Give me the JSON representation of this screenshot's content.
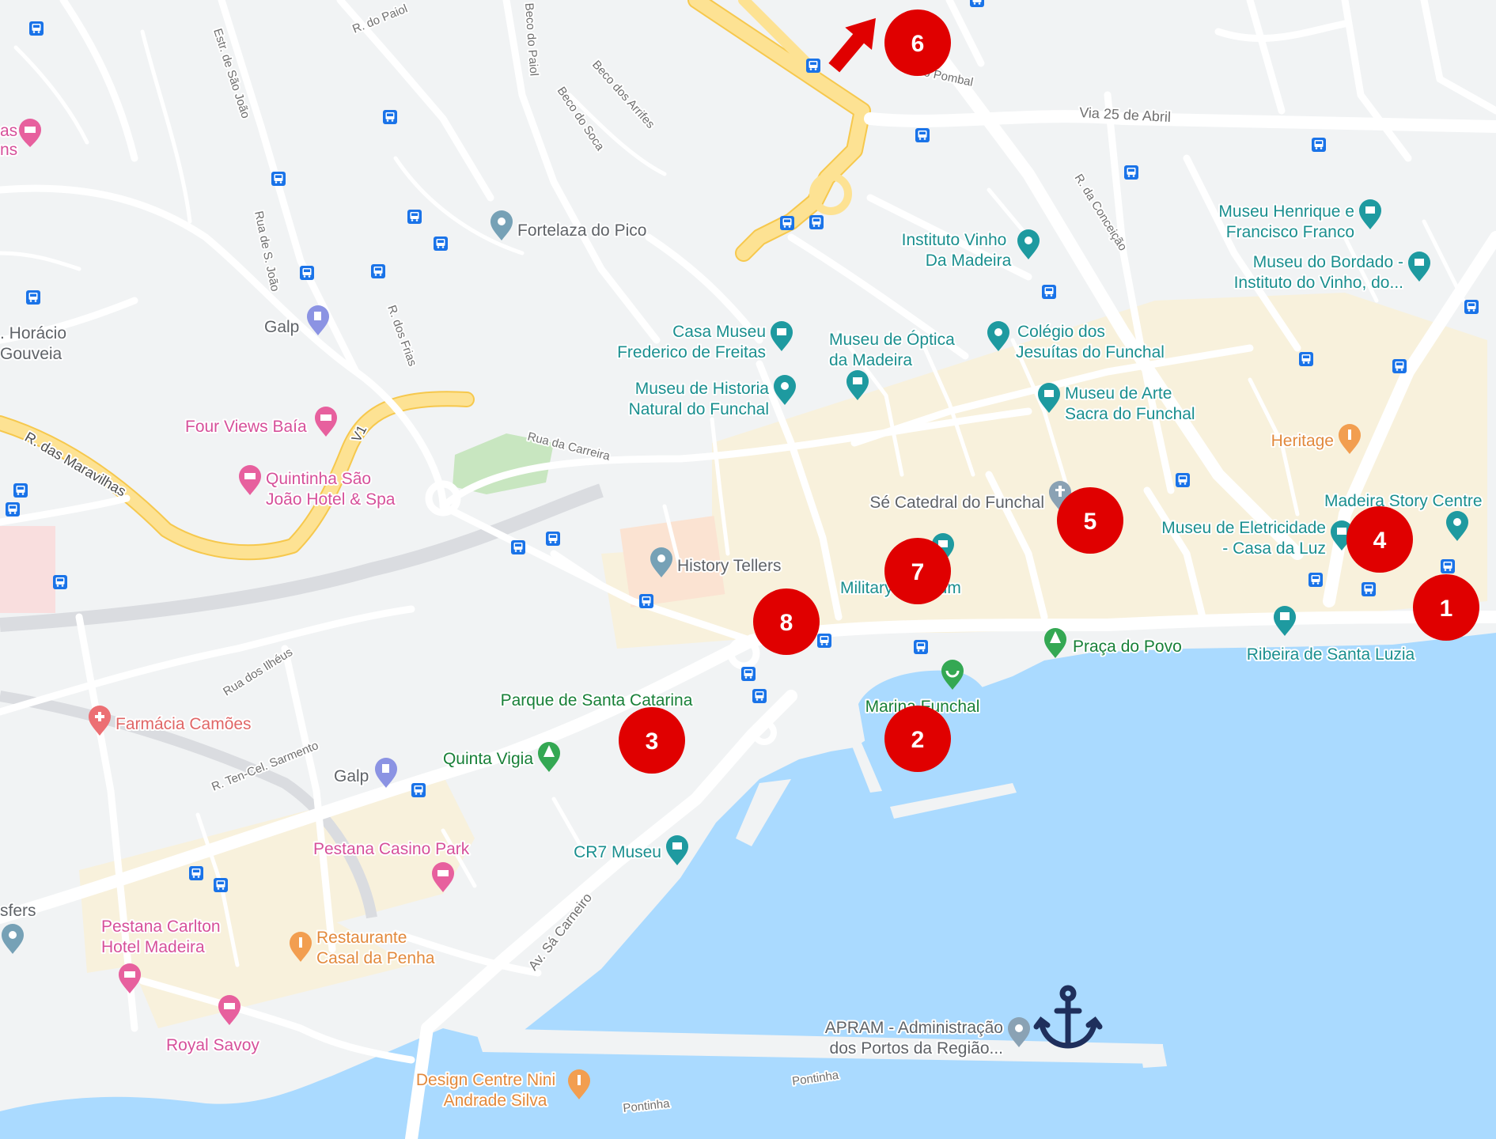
{
  "colors": {
    "land": "#f1f3f4",
    "water": "#aadaff",
    "road": "#ffffff",
    "highway": "#fde293",
    "highway_edge": "#f6c84d",
    "tourist_area": "#f8f1dc",
    "park": "#c8e6c0",
    "marker": "#e00000",
    "label_gray": "#5f6368",
    "label_teal": "#1a8f8f",
    "label_green": "#188038",
    "label_pink": "#d6509a",
    "label_orange": "#e2893c",
    "anchor": "#1f2f5c"
  },
  "streets": [
    {
      "id": "r-do-paiol",
      "text": "R. do Paiol"
    },
    {
      "id": "beco-do-paiol",
      "text": "Beco do Paiol"
    },
    {
      "id": "beco-dos-arrifes",
      "text": "Beco dos Arrifes"
    },
    {
      "id": "beco-do-soca",
      "text": "Beco do Soca"
    },
    {
      "id": "estr-sao-joao",
      "text": "Estr. de São João"
    },
    {
      "id": "rua-s-joao",
      "text": "Rua de S. João"
    },
    {
      "id": "r-dos-frias",
      "text": "R. dos Frias"
    },
    {
      "id": "r-das-maravilhas",
      "text": "R. das Maravilhas"
    },
    {
      "id": "v1",
      "text": "V1"
    },
    {
      "id": "rua-da-carreira",
      "text": "Rua da Carreira"
    },
    {
      "id": "via-25-abril",
      "text": "Via 25 de Abril"
    },
    {
      "id": "r-do-pombal",
      "text": "R. do Pombal"
    },
    {
      "id": "r-da-conceicao",
      "text": "R. da Conceição"
    },
    {
      "id": "rua-dos-ilheus",
      "text": "Rua dos Ilhéus"
    },
    {
      "id": "r-ten-cel-sarmento",
      "text": "R. Ten-Cel. Sarmento"
    },
    {
      "id": "av-sa-carneiro",
      "text": "Av. Sá Carneiro"
    },
    {
      "id": "pontinha-1",
      "text": "Pontinha"
    },
    {
      "id": "pontinha-2",
      "text": "Pontinha"
    }
  ],
  "places": [
    {
      "id": "fortelaza-do-pico",
      "lines": [
        "Fortelaza do Pico"
      ],
      "category": "poi"
    },
    {
      "id": "galp-1",
      "lines": [
        "Galp"
      ],
      "category": "fuel"
    },
    {
      "id": "galp-2",
      "lines": [
        "Galp"
      ],
      "category": "fuel"
    },
    {
      "id": "horacio-gouveia",
      "lines": [
        ". Horácio",
        "Gouveia"
      ],
      "category": "plain"
    },
    {
      "id": "four-views-baia",
      "lines": [
        "Four Views Baía"
      ],
      "category": "hotel"
    },
    {
      "id": "quintinha-sao-joao",
      "lines": [
        "Quintinha São",
        "João Hotel & Spa"
      ],
      "category": "hotel"
    },
    {
      "id": "hotel-edge",
      "lines": [
        "as",
        "ns"
      ],
      "category": "hotel"
    },
    {
      "id": "casa-museu-frederico",
      "lines": [
        "Casa Museu",
        "Frederico de Freitas"
      ],
      "category": "museum"
    },
    {
      "id": "museu-historia-natural",
      "lines": [
        "Museu de Historia",
        "Natural do Funchal"
      ],
      "category": "museum"
    },
    {
      "id": "instituto-vinho",
      "lines": [
        "Instituto Vinho",
        "Da Madeira"
      ],
      "category": "museum"
    },
    {
      "id": "museu-optica",
      "lines": [
        "Museu de Óptica",
        "da Madeira"
      ],
      "category": "museum"
    },
    {
      "id": "colegio-jesuitas",
      "lines": [
        "Colégio dos",
        "Jesuítas do Funchal"
      ],
      "category": "museum"
    },
    {
      "id": "museu-arte-sacra",
      "lines": [
        "Museu de Arte",
        "Sacra do Funchal"
      ],
      "category": "museum"
    },
    {
      "id": "museu-henrique",
      "lines": [
        "Museu Henrique e",
        "Francisco Franco"
      ],
      "category": "museum"
    },
    {
      "id": "museu-bordado",
      "lines": [
        "Museu do Bordado -",
        "Instituto do Vinho, do..."
      ],
      "category": "museum"
    },
    {
      "id": "heritage",
      "lines": [
        "Heritage"
      ],
      "category": "food"
    },
    {
      "id": "madeira-story-centre",
      "lines": [
        "Madeira Story Centre"
      ],
      "category": "museum"
    },
    {
      "id": "museu-eletricidade",
      "lines": [
        "Museu de Eletricidade",
        "- Casa da Luz"
      ],
      "category": "museum"
    },
    {
      "id": "se-catedral",
      "lines": [
        "Sé Catedral do Funchal"
      ],
      "category": "church"
    },
    {
      "id": "history-tellers",
      "lines": [
        "History Tellers"
      ],
      "category": "poi"
    },
    {
      "id": "military-museum",
      "lines": [
        "Military Museum"
      ],
      "category": "museum"
    },
    {
      "id": "praca-do-povo",
      "lines": [
        "Praça do Povo"
      ],
      "category": "park"
    },
    {
      "id": "ribeira-santa-luzia",
      "lines": [
        "Ribeira de Santa Luzia"
      ],
      "category": "museum"
    },
    {
      "id": "marina-funchal",
      "lines": [
        "Marina Funchal"
      ],
      "category": "park"
    },
    {
      "id": "parque-santa-catarina",
      "lines": [
        "Parque de Santa Catarina"
      ],
      "category": "park"
    },
    {
      "id": "quinta-vigia",
      "lines": [
        "Quinta Vigia"
      ],
      "category": "park"
    },
    {
      "id": "farmacia-camoes",
      "lines": [
        "Farmácia Camões"
      ],
      "category": "pharmacy"
    },
    {
      "id": "pestana-casino-park",
      "lines": [
        "Pestana Casino Park"
      ],
      "category": "hotel"
    },
    {
      "id": "cr7-museu",
      "lines": [
        "CR7 Museu"
      ],
      "category": "museum"
    },
    {
      "id": "pestana-carlton",
      "lines": [
        "Pestana Carlton",
        "Hotel Madeira"
      ],
      "category": "hotel"
    },
    {
      "id": "restaurante-casal",
      "lines": [
        "Restaurante",
        "Casal da Penha"
      ],
      "category": "food"
    },
    {
      "id": "royal-savoy",
      "lines": [
        "Royal Savoy"
      ],
      "category": "hotel"
    },
    {
      "id": "transfers",
      "lines": [
        "sfers"
      ],
      "category": "poi"
    },
    {
      "id": "design-centre-nini",
      "lines": [
        "Design Centre Nini",
        "Andrade Silva"
      ],
      "category": "food"
    },
    {
      "id": "apram",
      "lines": [
        "APRAM - Administração",
        "dos Portos da Região..."
      ],
      "category": "poi"
    }
  ],
  "markers": [
    {
      "id": "1",
      "label": "1"
    },
    {
      "id": "2",
      "label": "2"
    },
    {
      "id": "3",
      "label": "3"
    },
    {
      "id": "4",
      "label": "4"
    },
    {
      "id": "5",
      "label": "5"
    },
    {
      "id": "6",
      "label": "6"
    },
    {
      "id": "7",
      "label": "7"
    },
    {
      "id": "8",
      "label": "8"
    }
  ],
  "icons": {
    "bus": "bus-stop-icon",
    "anchor": "anchor-icon",
    "arrow": "north-arrow-icon"
  }
}
